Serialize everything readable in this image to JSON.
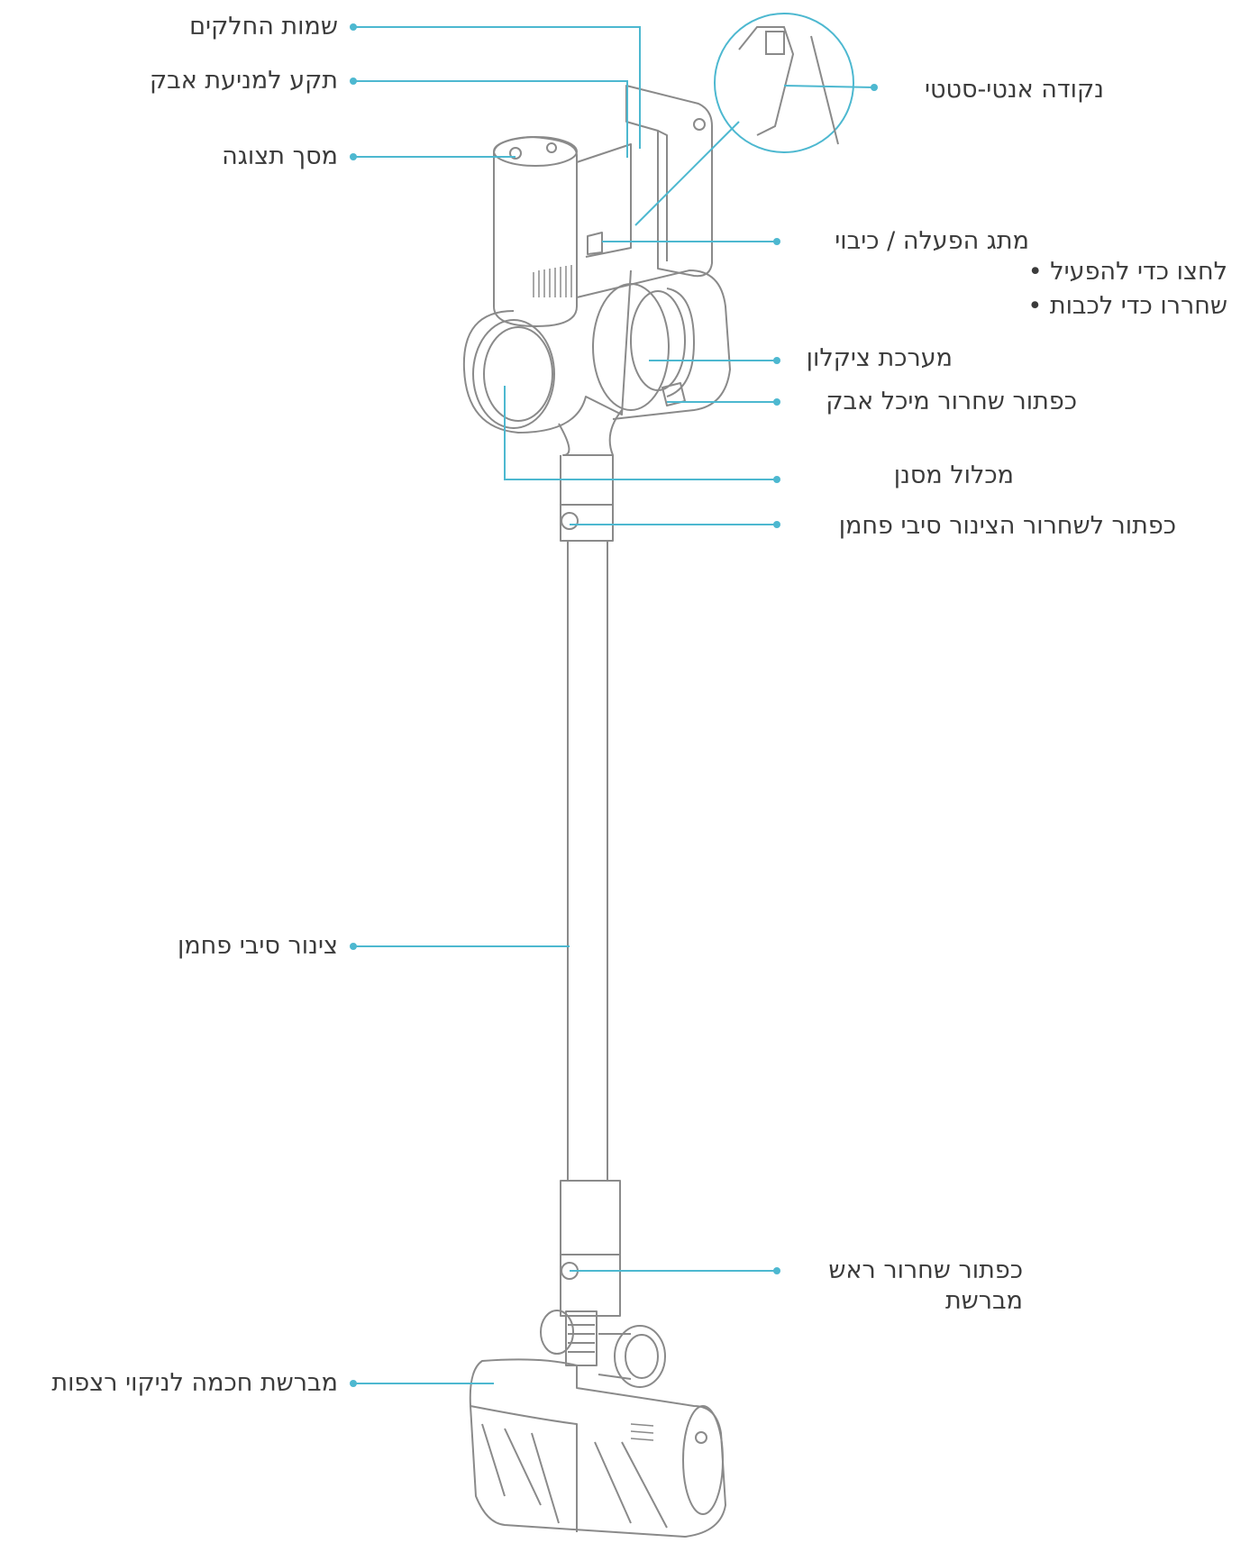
{
  "labels": {
    "part_names": "שמות החלקים",
    "dust_plug": "תקע למניעת אבק",
    "display": "מסך תצוגה",
    "antistatic_point": "נקודה אנטי-סטטי",
    "power_trigger": "מתג הפעלה / כיבוי",
    "power_trigger_press": "לחצו כדי להפעיל",
    "power_trigger_release": "שחררו כדי לכבות",
    "cyclone": "מערכת ציקלון",
    "bin_release": "כפתור שחרור מיכל אבק",
    "filter": "מכלול מסנן",
    "tube_release": "כפתור לשחרור הצינור סיבי פחמן",
    "carbon_tube": "צינור סיבי פחמן",
    "brush_release_line1": "כפתור שחרור ראש",
    "brush_release_line2": "מברשת",
    "floor_brush": "מברשת חכמה לניקוי רצפות"
  },
  "colors": {
    "leader": "#4db8d0",
    "outline": "#8a8a8a",
    "text": "#3b3b3b"
  }
}
